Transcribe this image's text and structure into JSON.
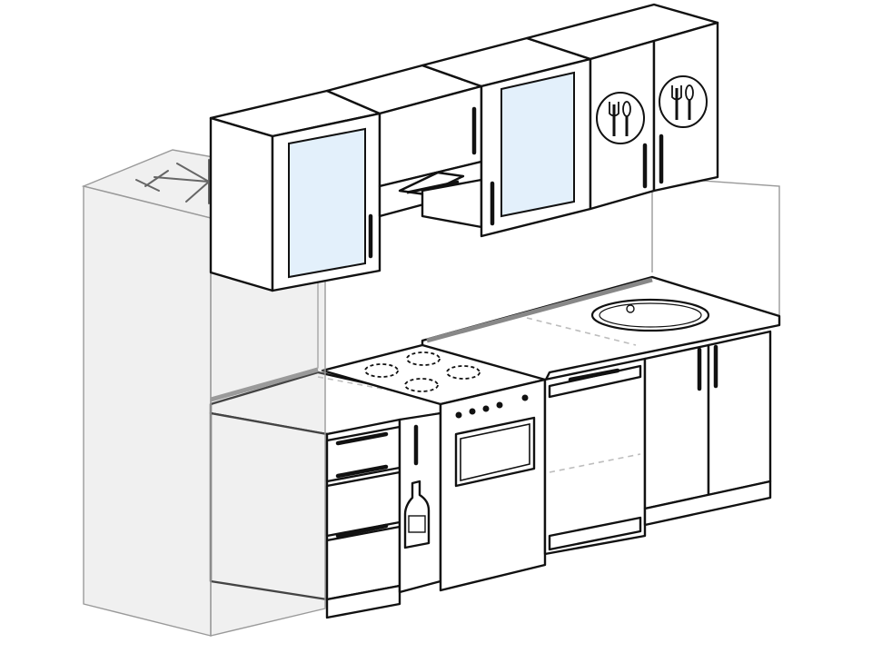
{
  "scene": {
    "subject": "kitchen-layout-line-drawing",
    "modules": [
      "fridge",
      "wall-cabinets",
      "range-hood",
      "drawer-unit",
      "bottle-rack",
      "gas-stove",
      "dishwasher",
      "sink-cabinet"
    ],
    "icons": [
      "snowflake-icon",
      "cutlery-icon",
      "bottle-icon"
    ],
    "colors": {
      "line": "#111111",
      "ghost": "#9a9a9a",
      "glass": "#e3f0fb",
      "background": "#ffffff"
    }
  }
}
